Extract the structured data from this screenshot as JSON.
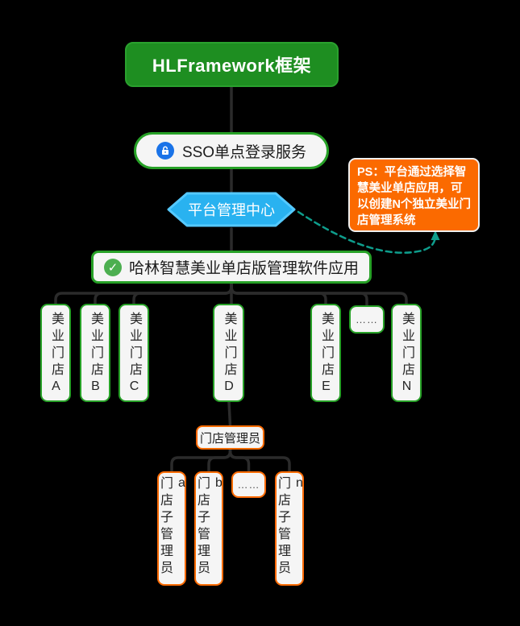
{
  "diagram": {
    "root_label": "HLFramework框架",
    "sso_label": "SSO单点登录服务",
    "platform_label": "平台管理中心",
    "note_text": "PS：平台通过选择智慧美业单店应用，可以创建N个独立美业门店管理系统",
    "app_label": "哈林智慧美业单店版管理软件应用",
    "stores": [
      {
        "label": "美业门店A"
      },
      {
        "label": "美业门店B"
      },
      {
        "label": "美业门店C"
      },
      {
        "label": "美业门店D"
      },
      {
        "label": "美业门店E"
      },
      {
        "label": "……"
      },
      {
        "label": "美业门店N"
      }
    ],
    "manager_label": "门店管理员",
    "sub_managers": [
      {
        "label": "门店子管理员a"
      },
      {
        "label": "门店子管理员b"
      },
      {
        "label": "……"
      },
      {
        "label": "门店子管理员n"
      }
    ],
    "icons": {
      "sso_icon": "lock-icon",
      "app_icon": "check-icon"
    },
    "colors": {
      "background": "#000000",
      "root_green_fill": "#1e8e21",
      "green_border": "#27a127",
      "check_green": "#4caf50",
      "node_fill": "#f5f5f5",
      "hexagon_fill": "#29b2f0",
      "hexagon_border": "#55c9ff",
      "lock_blue": "#1a73e8",
      "orange": "#fb6a00",
      "teal_dashed": "#0e9d8c",
      "connector_gray": "#2b2b2b"
    }
  }
}
